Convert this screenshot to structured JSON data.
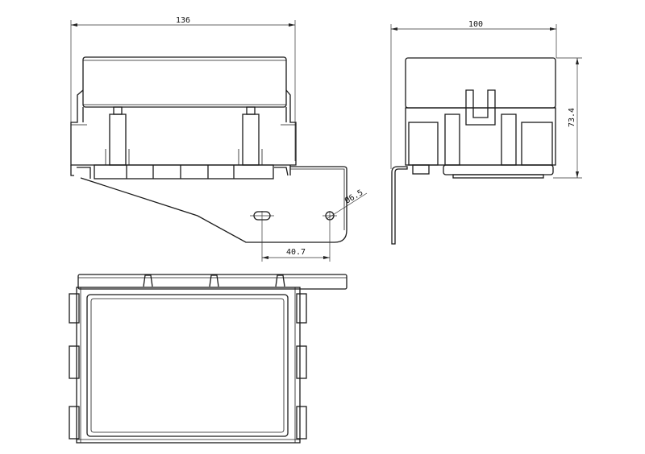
{
  "drawing": {
    "dimensions": {
      "front_width": "136",
      "side_width": "100",
      "height": "73.4",
      "hole_diameter": "Ø6.5",
      "hole_spacing": "40.7"
    },
    "views": [
      "front-view",
      "side-view",
      "bottom-view"
    ],
    "line_color": "#1a1a1a",
    "background": "#ffffff"
  }
}
